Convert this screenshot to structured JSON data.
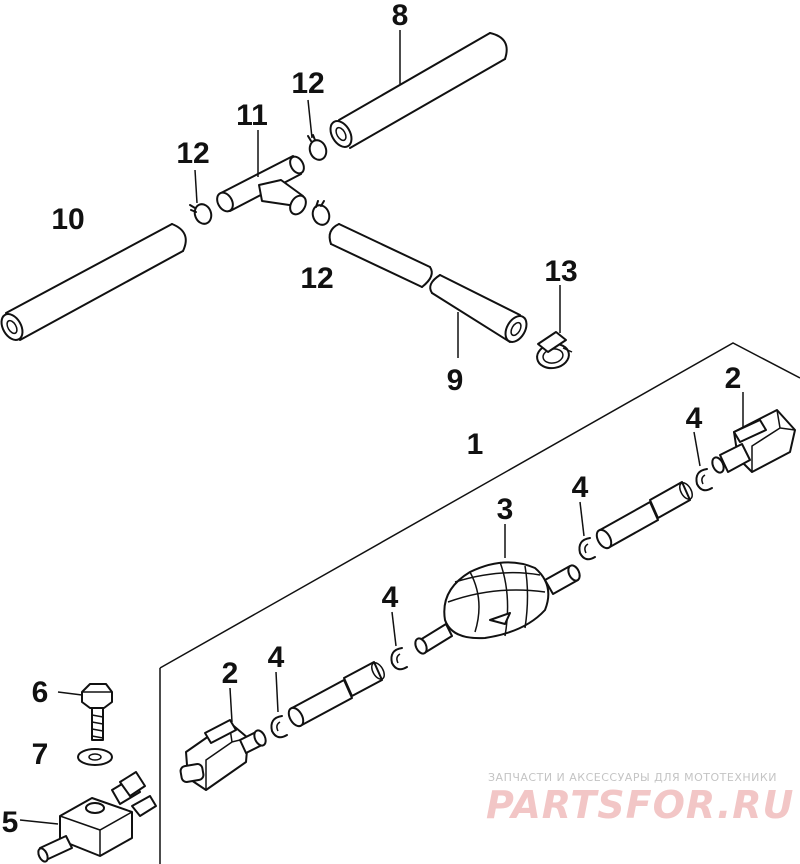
{
  "diagram": {
    "labels": {
      "p1": "1",
      "p2a": "2",
      "p2b": "2",
      "p3": "3",
      "p4a": "4",
      "p4b": "4",
      "p4c": "4",
      "p4d": "4",
      "p5": "5",
      "p6": "6",
      "p7": "7",
      "p8": "8",
      "p9": "9",
      "p10": "10",
      "p11": "11",
      "p12a": "12",
      "p12b": "12",
      "p12c": "12",
      "p13": "13"
    }
  },
  "watermark": {
    "tagline": "ЗАПЧАСТИ И АКСЕССУАРЫ ДЛЯ МОТОТЕХНИКИ",
    "logo": "PARTSFOR.RU"
  }
}
